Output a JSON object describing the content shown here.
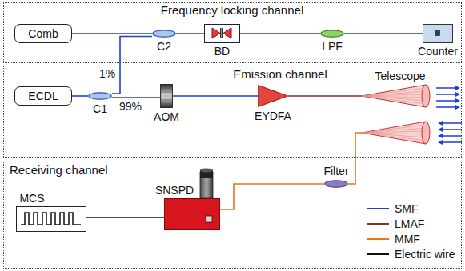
{
  "diagram": {
    "nodes": [
      {
        "text": [
          "Frequency locking channel"
        ]
      },
      {
        "text": [
          "Comb"
        ],
        "in": 0
      },
      {
        "text": [
          "C2"
        ],
        "in": 0
      },
      {
        "text": [
          "BD"
        ],
        "in": 0
      },
      {
        "text": [
          "LPF"
        ],
        "in": 0
      },
      {
        "text": [
          "Counter"
        ],
        "in": 0
      },
      {
        "text": [
          "Emission channel"
        ]
      },
      {
        "text": [
          "ECDL"
        ],
        "in": 6
      },
      {
        "text": [
          "C1"
        ],
        "in": 6
      },
      {
        "text": [
          "AOM"
        ],
        "in": 6
      },
      {
        "text": [
          "EYDFA"
        ],
        "in": 6
      },
      {
        "text": [
          "Telescope"
        ],
        "in": 6
      },
      {
        "text": [
          "Receiving channel"
        ]
      },
      {
        "text": [
          "MCS"
        ],
        "in": 12
      },
      {
        "text": [
          "SNSPD"
        ],
        "in": 12
      },
      {
        "text": [
          "Filter"
        ],
        "in": 12
      }
    ],
    "edges": [
      {
        "from": 1,
        "to": 2,
        "arrow": "none"
      },
      {
        "from": 2,
        "to": 3,
        "arrow": "none"
      },
      {
        "from": 3,
        "to": 4,
        "arrow": "none"
      },
      {
        "from": 4,
        "to": 5,
        "arrow": "none"
      },
      {
        "from": 7,
        "to": 8,
        "arrow": "none"
      },
      {
        "from": 8,
        "to": 2,
        "label": "1%",
        "arrow": "none"
      },
      {
        "from": 8,
        "to": 9,
        "label": "99%",
        "arrow": "none"
      },
      {
        "from": 9,
        "to": 10,
        "arrow": "none"
      },
      {
        "from": 10,
        "to": 11,
        "arrow": "none"
      },
      {
        "from": 11,
        "to": 15,
        "arrow": "none"
      },
      {
        "from": 15,
        "to": 14,
        "arrow": "none"
      },
      {
        "from": 14,
        "to": 13,
        "arrow": "none"
      }
    ],
    "legend": [
      {
        "text": "SMF",
        "color": "#1f3fd0"
      },
      {
        "text": "LMAF",
        "color": "#8b2e2e"
      },
      {
        "text": "MMF",
        "color": "#e8761e"
      },
      {
        "text": "Electric wire",
        "color": "#111111"
      }
    ]
  }
}
